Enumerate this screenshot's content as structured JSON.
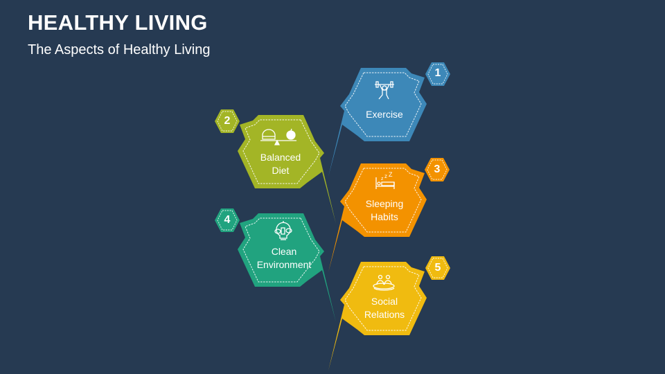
{
  "header": {
    "title": "HEALTHY LIVING",
    "subtitle": "The Aspects of Healthy Living"
  },
  "colors": {
    "background": "#263a52",
    "exercise": "#3d88b8",
    "balanced_diet": "#a3b526",
    "sleeping_habits": "#f39200",
    "clean_environment": "#21a37f",
    "social_relations": "#f0bb10"
  },
  "items": [
    {
      "number": "1",
      "label_line1": "Exercise",
      "label_line2": "",
      "icon": "weightlifter-icon",
      "color": "#3d88b8"
    },
    {
      "number": "2",
      "label_line1": "Balanced",
      "label_line2": "Diet",
      "icon": "balance-scale-food-icon",
      "color": "#a3b526"
    },
    {
      "number": "3",
      "label_line1": "Sleeping",
      "label_line2": "Habits",
      "icon": "bed-sleep-icon",
      "color": "#f39200"
    },
    {
      "number": "4",
      "label_line1": "Clean",
      "label_line2": "Environment",
      "icon": "eco-bulb-icon",
      "color": "#21a37f"
    },
    {
      "number": "5",
      "label_line1": "Social",
      "label_line2": "Relations",
      "icon": "people-group-icon",
      "color": "#f0bb10"
    }
  ]
}
